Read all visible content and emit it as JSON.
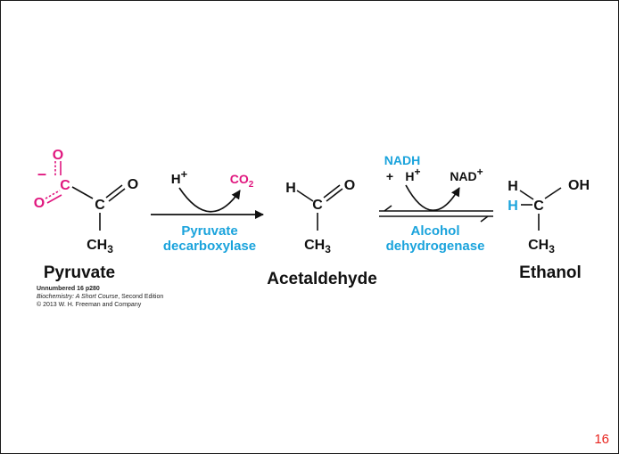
{
  "colors": {
    "magenta": "#e0167e",
    "cyan": "#1aa3dc",
    "black": "#111111",
    "page_number": "#e8251f"
  },
  "molecules": {
    "pyruvate": {
      "name": "Pyruvate",
      "charge": "–",
      "atoms": {
        "o_top": "O",
        "o_left": "O",
        "c_carboxyl": "C",
        "c_carbonyl": "C",
        "o_carbonyl": "O",
        "ch3": "CH",
        "ch3_sub": "3"
      }
    },
    "acetaldehyde": {
      "name": "Acetaldehyde",
      "atoms": {
        "h": "H",
        "c": "C",
        "o": "O",
        "ch3": "CH",
        "ch3_sub": "3"
      }
    },
    "ethanol": {
      "name": "Ethanol",
      "atoms": {
        "h_top": "H",
        "h_cyan": "H",
        "c": "C",
        "oh": "OH",
        "ch3": "CH",
        "ch3_sub": "3"
      }
    }
  },
  "reactions": {
    "decarboxylation": {
      "h_plus": "H",
      "h_plus_sup": "+",
      "co2": "CO",
      "co2_sub": "2",
      "enzyme_line1": "Pyruvate",
      "enzyme_line2": "decarboxylase"
    },
    "reduction": {
      "nadh": "NADH",
      "plus": "+",
      "h_plus": "H",
      "h_plus_sup": "+",
      "nad": "NAD",
      "nad_sup": "+",
      "enzyme_line1": "Alcohol",
      "enzyme_line2": "dehydrogenase"
    }
  },
  "caption": {
    "label": "Unnumbered 16 p280",
    "book_title": "Biochemistry: A Short Course",
    "edition": ", Second Edition",
    "copyright": "© 2013 W. H. Freeman and Company"
  },
  "page_number": "16"
}
